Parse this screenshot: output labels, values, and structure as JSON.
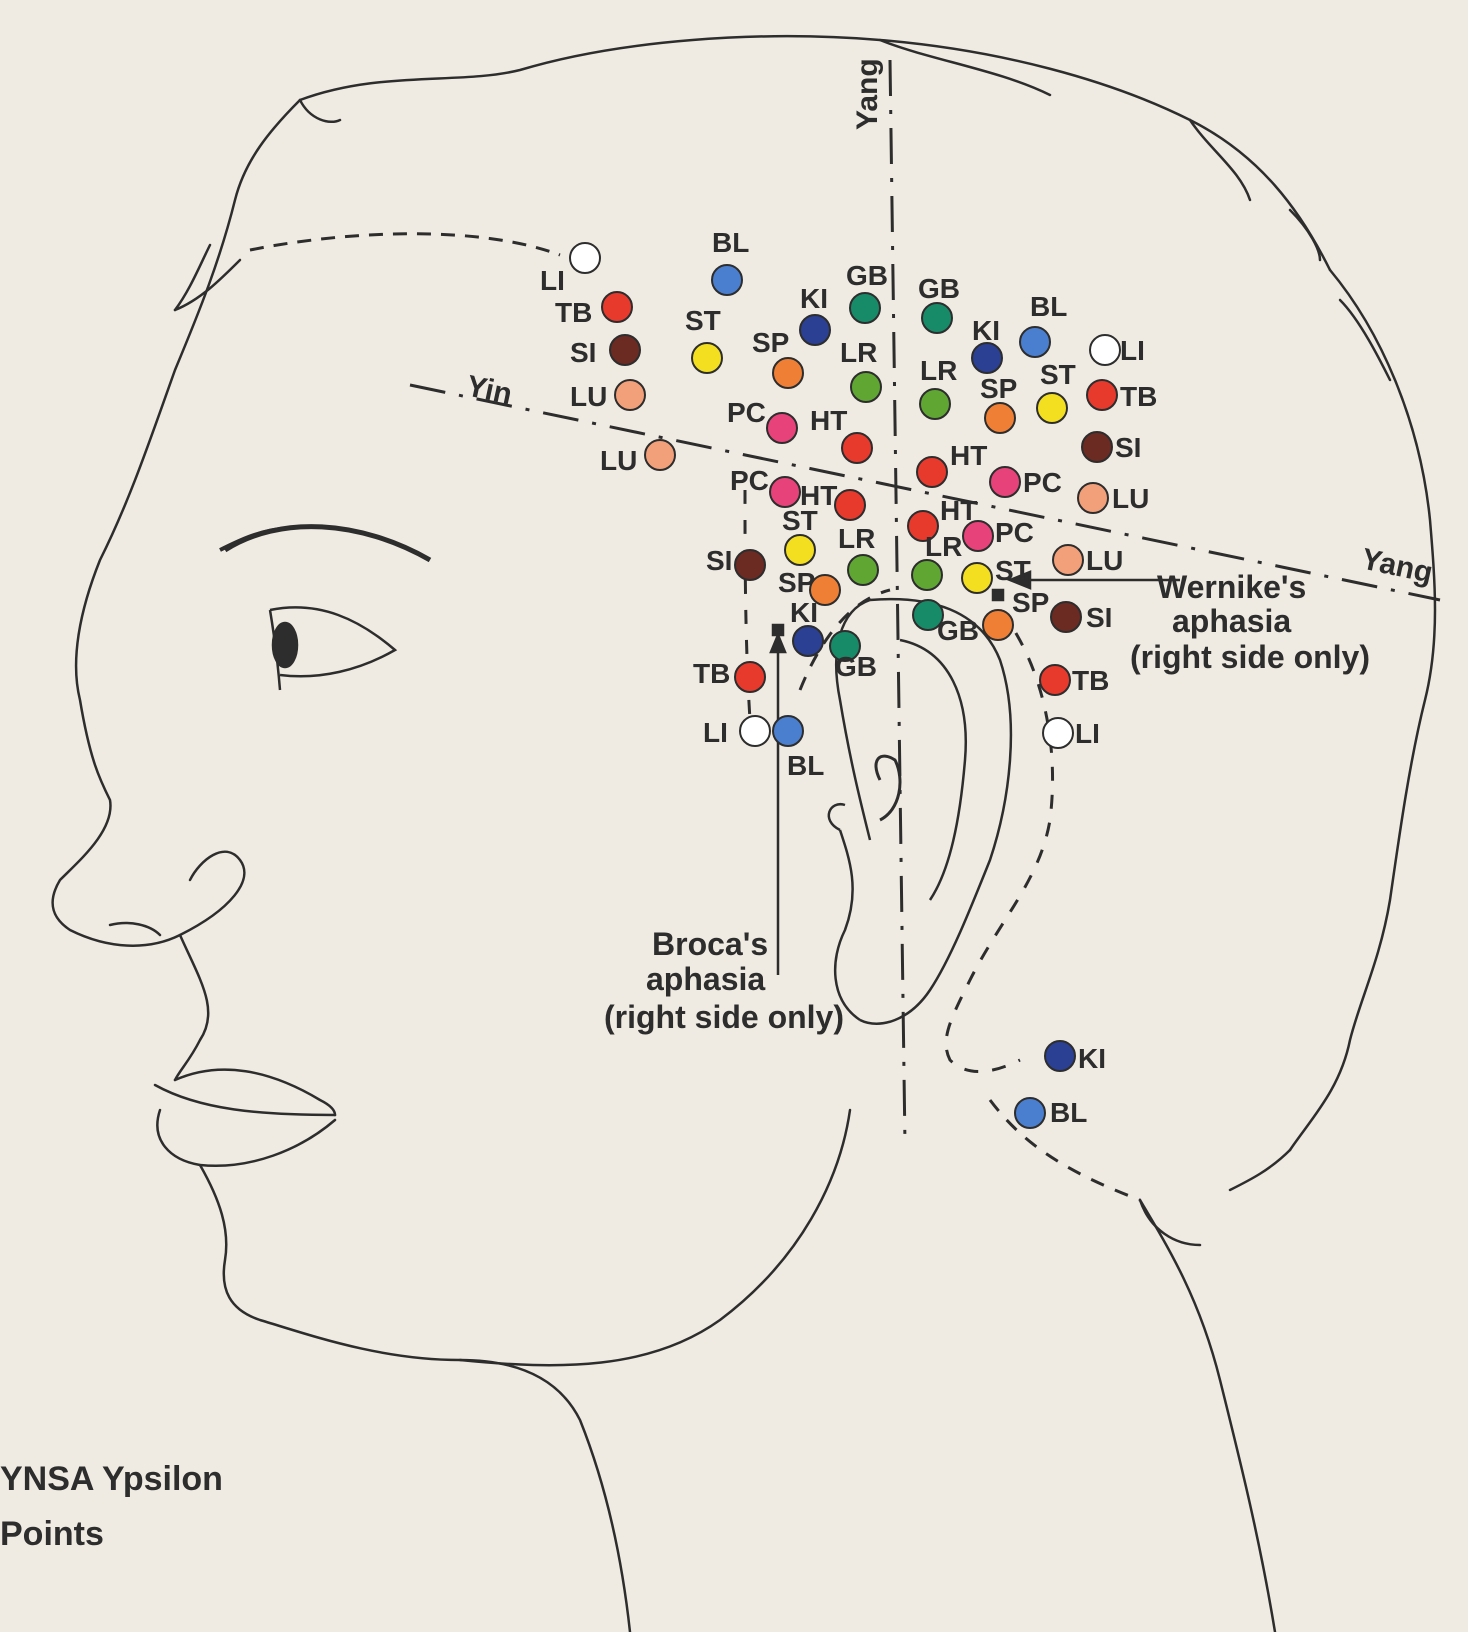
{
  "axes": {
    "yang_top": "Yang",
    "yin": "Yin",
    "yang_right": "Yang"
  },
  "caption": {
    "line1": "YNSA Ypsilon",
    "line2": "Points"
  },
  "annotations": {
    "wernike": [
      "Wernike's",
      "aphasia",
      "(right side only)"
    ],
    "broca": [
      "Broca's",
      "aphasia",
      "(right side only)"
    ]
  },
  "colors": {
    "LI": "#ffffff",
    "TB": "#e8392d",
    "SI": "#6b2a22",
    "LU": "#f2a07a",
    "BL": "#4a7fd0",
    "ST": "#f3df1f",
    "KI": "#2b3f93",
    "SP": "#ef7f34",
    "GB": "#178a67",
    "LR": "#5fa632",
    "PC": "#e8427a",
    "HT": "#e8392d"
  },
  "points": [
    {
      "id": "LI",
      "side": "left-top"
    },
    {
      "id": "TB",
      "side": "left-top"
    },
    {
      "id": "SI",
      "side": "left-top"
    },
    {
      "id": "LU",
      "side": "left-top"
    },
    {
      "id": "LU",
      "side": "left-top"
    },
    {
      "id": "BL",
      "side": "top"
    },
    {
      "id": "ST",
      "side": "top"
    },
    {
      "id": "KI",
      "side": "top"
    },
    {
      "id": "SP",
      "side": "top"
    },
    {
      "id": "GB",
      "side": "top"
    },
    {
      "id": "LR",
      "side": "top"
    },
    {
      "id": "PC",
      "side": "top"
    },
    {
      "id": "HT",
      "side": "top"
    },
    {
      "id": "GB",
      "side": "right-top"
    },
    {
      "id": "KI",
      "side": "right-top"
    },
    {
      "id": "BL",
      "side": "right-top"
    },
    {
      "id": "LI",
      "side": "right-top"
    },
    {
      "id": "LR",
      "side": "right-top"
    },
    {
      "id": "SP",
      "side": "right-top"
    },
    {
      "id": "ST",
      "side": "right-top"
    },
    {
      "id": "TB",
      "side": "right-top"
    },
    {
      "id": "SI",
      "side": "right-top"
    },
    {
      "id": "HT",
      "side": "right-top"
    },
    {
      "id": "PC",
      "side": "right-top"
    },
    {
      "id": "LU",
      "side": "right-top"
    },
    {
      "id": "PC",
      "side": "front-ear"
    },
    {
      "id": "HT",
      "side": "front-ear"
    },
    {
      "id": "ST",
      "side": "front-ear"
    },
    {
      "id": "LR",
      "side": "front-ear"
    },
    {
      "id": "SI",
      "side": "front-ear"
    },
    {
      "id": "SP",
      "side": "front-ear"
    },
    {
      "id": "KI",
      "side": "front-ear"
    },
    {
      "id": "GB",
      "side": "front-ear"
    },
    {
      "id": "TB",
      "side": "front-ear"
    },
    {
      "id": "LI",
      "side": "front-ear"
    },
    {
      "id": "BL",
      "side": "front-ear"
    },
    {
      "id": "HT",
      "side": "back-ear"
    },
    {
      "id": "LR",
      "side": "back-ear"
    },
    {
      "id": "PC",
      "side": "back-ear"
    },
    {
      "id": "ST",
      "side": "back-ear"
    },
    {
      "id": "LU",
      "side": "back-ear"
    },
    {
      "id": "GB",
      "side": "back-ear"
    },
    {
      "id": "SP",
      "side": "back-ear"
    },
    {
      "id": "SI",
      "side": "back-ear"
    },
    {
      "id": "TB",
      "side": "back-ear"
    },
    {
      "id": "LI",
      "side": "back-ear"
    },
    {
      "id": "KI",
      "side": "neck"
    },
    {
      "id": "BL",
      "side": "neck"
    }
  ]
}
